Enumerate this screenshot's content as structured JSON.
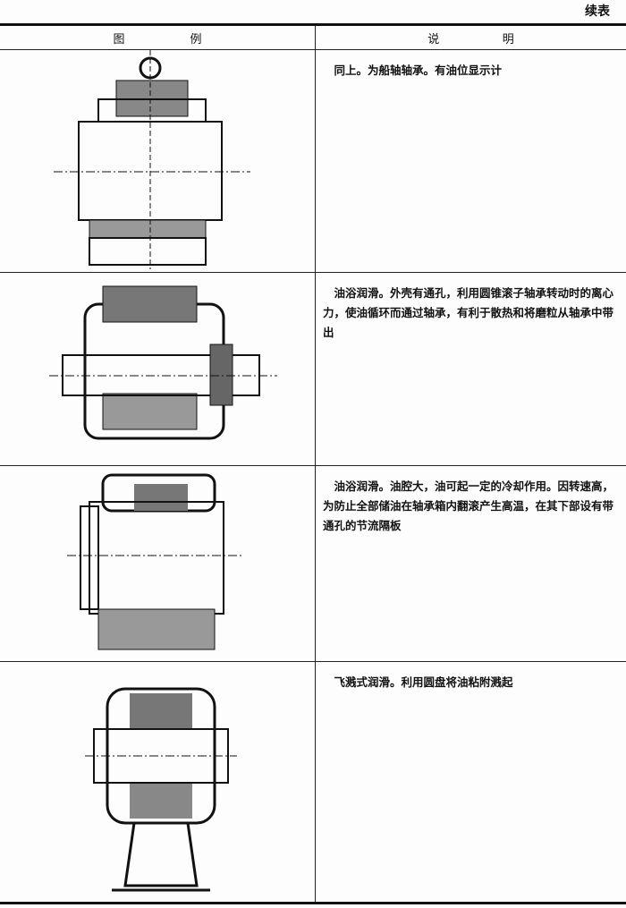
{
  "continued_label": "续表",
  "header": {
    "figure_chars": [
      "图",
      "例"
    ],
    "description_chars": [
      "说",
      "明"
    ]
  },
  "rows": [
    {
      "figure": "ship-shaft-bearing-with-oil-gauge",
      "description": "同上。为船轴轴承。有油位显示计"
    },
    {
      "figure": "oil-bath-tapered-roller-bearing",
      "description": "油浴润滑。外壳有通孔，利用圆锥滚子轴承转动时的离心力，使油循环而通过轴承，有利于散热和将磨粒从轴承中带出"
    },
    {
      "figure": "oil-bath-bearing-large-cavity",
      "description": "油浴润滑。油腔大，油可起一定的冷却作用。因转速高，为防止全部储油在轴承箱内翻滚产生高温，在其下部设有带通孔的节流隔板"
    },
    {
      "figure": "splash-lubrication-bearing",
      "description": "飞溅式润滑。利用圆盘将油粘附溅起"
    }
  ]
}
